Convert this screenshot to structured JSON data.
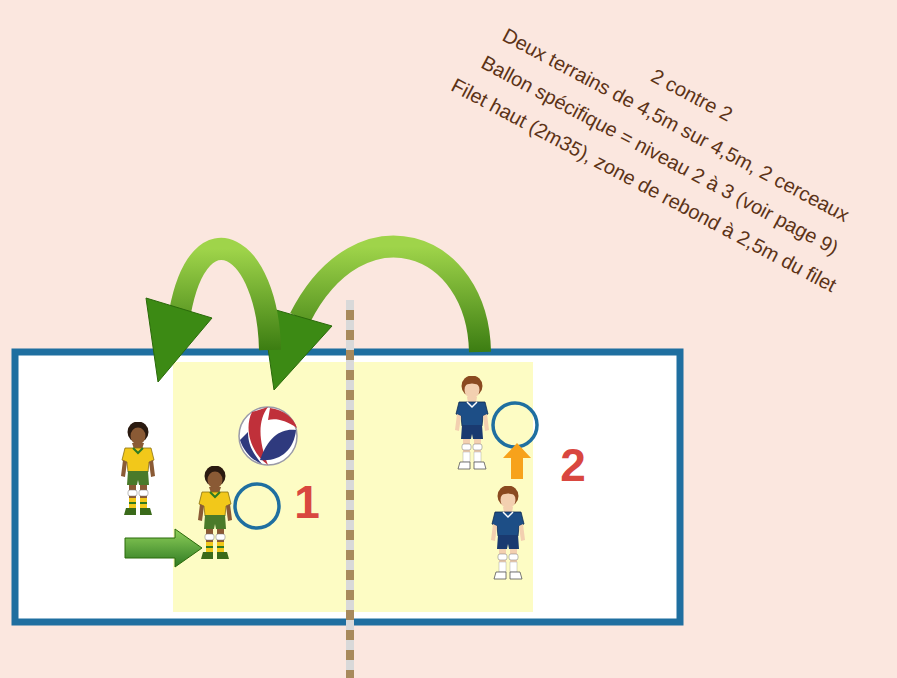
{
  "diagram": {
    "title": "2 contre 2",
    "labels": [
      "Deux terrains de 4,5m sur 4,5m, 2 cerceaux",
      "Ballon spécifique = niveau 2 à 3 (voir page 9)",
      "Filet haut (2m35), zone de rebond à 2,5m du filet",
      "1",
      "2"
    ]
  }
}
